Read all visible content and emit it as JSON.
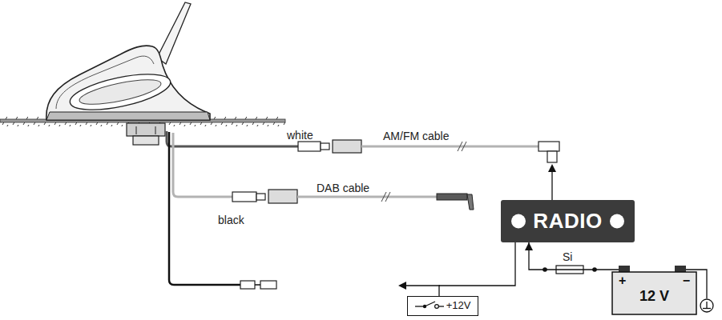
{
  "diagram": {
    "nodes": [
      {
        "text": [
          "RADIO"
        ]
      },
      {
        "text": [
          "+12V"
        ]
      },
      {
        "text": [
          "+",
          "−",
          "12 V"
        ]
      }
    ],
    "edges": [
      {
        "from": 0,
        "to": 1,
        "arrow": "none"
      },
      {
        "from": 2,
        "to": 0,
        "arrow": "to"
      }
    ],
    "labels": [
      "white",
      "AM/FM cable",
      "DAB cable",
      "black",
      "Si"
    ]
  }
}
